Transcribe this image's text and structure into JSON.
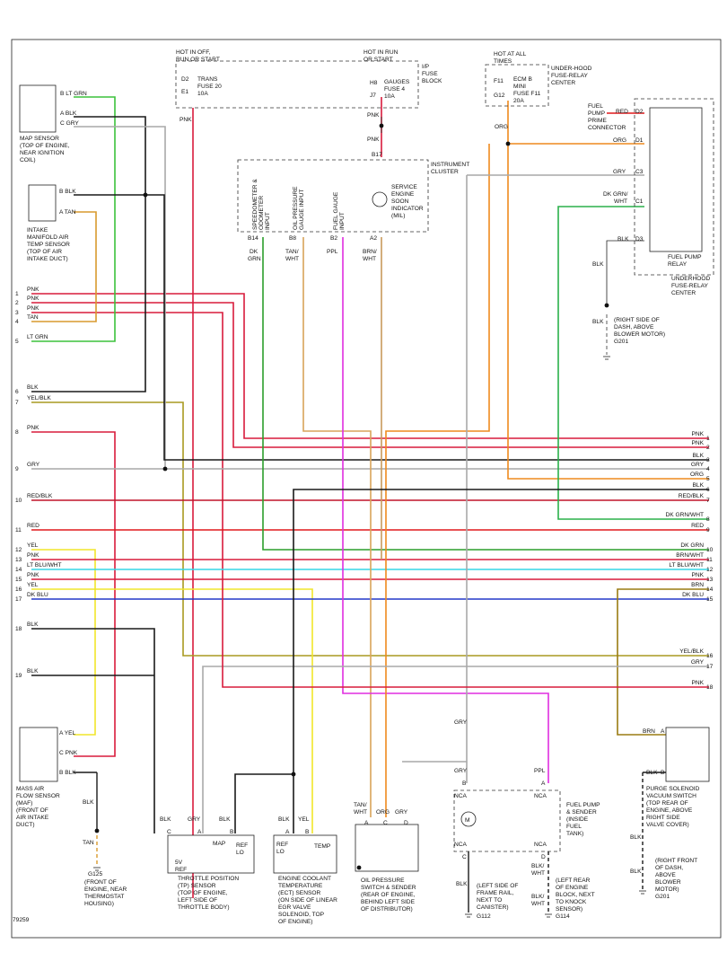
{
  "figure_id": "79259",
  "top_labels": {
    "hot_off_run_start": [
      "HOT IN OFF,",
      "RUN OR START"
    ],
    "hot_run_start": [
      "HOT IN RUN",
      "OR START"
    ],
    "hot_all_times": [
      "HOT AT ALL",
      "TIMES"
    ],
    "ip_fuse_block": [
      "I/P",
      "FUSE",
      "BLOCK"
    ],
    "underhood_fuse_relay": [
      "UNDER-HOOD",
      "FUSE-RELAY",
      "CENTER"
    ],
    "trans_fuse": [
      "TRANS",
      "FUSE 20",
      "10A"
    ],
    "gauges_fuse": [
      "GAUGES",
      "FUSE 4",
      "10A"
    ],
    "ecm_fuse": [
      "ECM B",
      "MINI",
      "FUSE F11",
      "20A"
    ]
  },
  "pins": {
    "D2": "D2",
    "E1": "E1",
    "H8": "H8",
    "J7": "J7",
    "F11": "F11",
    "G12": "G12",
    "B17": "B17",
    "B14": "B14",
    "B8": "B8",
    "B2": "B2",
    "A2": "A2",
    "D2r": "D2",
    "D1": "D1",
    "C3": "C3",
    "C1": "C1",
    "D3": "D3",
    "A": "A",
    "B": "B",
    "C": "C",
    "D": "D"
  },
  "instrument_cluster": {
    "label": [
      "INSTRUMENT",
      "CLUSTER"
    ],
    "speedo": [
      "SPEEDOMETER &",
      "ODOMETER",
      "INPUT"
    ],
    "oil_input": [
      "OIL PRESSURE",
      "GAUGE INPUT"
    ],
    "fuel_input": [
      "FUEL GAUGE",
      "INPUT"
    ],
    "ses": [
      "SERVICE",
      "ENGINE",
      "SOON",
      "INDICATOR",
      "(MIL)"
    ]
  },
  "fuel_pump_relay": {
    "label": [
      "FUEL PUMP",
      "RELAY"
    ],
    "center": [
      "UNDERHOOD",
      "FUSE-RELAY",
      "CENTER"
    ],
    "prime": [
      "FUEL",
      "PUMP",
      "PRIME",
      "CONNECTOR"
    ],
    "ground_note": [
      "(RIGHT SIDE OF",
      "DASH, ABOVE",
      "BLOWER MOTOR)"
    ],
    "ground": "G201"
  },
  "map_sensor": {
    "label": [
      "MAP SENSOR",
      "(TOP OF ENGINE,",
      "NEAR IGNITION",
      "COIL)"
    ]
  },
  "iat_sensor": {
    "label": [
      "INTAKE",
      "MANIFOLD AIR",
      "TEMP SENSOR",
      "(TOP OF AIR",
      "INTAKE DUCT)"
    ]
  },
  "maf_sensor": {
    "label": [
      "MASS AIR",
      "FLOW SENSOR",
      "(MAF)",
      "(FRONT OF",
      "AIR INTAKE",
      "DUCT)"
    ],
    "ground_note": [
      "(FRONT OF",
      "ENGINE, NEAR",
      "THERMOSTAT",
      "HOUSING)"
    ],
    "ground": "G125"
  },
  "tp_sensor": {
    "label": [
      "THROTTLE POSITION",
      "(TP) SENSOR",
      "(TOP OF ENGINE,",
      "LEFT SIDE OF",
      "THROTTLE BODY)"
    ],
    "map": "MAP",
    "ref_lo": [
      "REF",
      "LO"
    ],
    "ref5v": [
      "5V",
      "REF"
    ]
  },
  "ect_sensor": {
    "label": [
      "ENGINE COOLANT",
      "TEMPERATURE",
      "(ECT) SENSOR",
      "(ON SIDE OF LINEAR",
      "EGR VALVE",
      "SOLENOID, TOP",
      "OF ENGINE)"
    ],
    "ref_lo": [
      "REF",
      "LO"
    ],
    "temp": "TEMP"
  },
  "oil_switch": {
    "label": [
      "OIL PRESSURE",
      "SWITCH & SENDER",
      "(REAR OF ENGINE,",
      "BEHIND LEFT SIDE",
      "OF DISTRIBUTOR)"
    ]
  },
  "fuel_pump": {
    "label": [
      "FUEL PUMP",
      "& SENDER",
      "(INSIDE",
      "FUEL",
      "TANK)"
    ],
    "nca": "NCA",
    "g112_note": [
      "(LEFT SIDE OF",
      "FRAME RAIL,",
      "NEXT TO",
      "CANISTER)"
    ],
    "g112": "G112",
    "g114_note": [
      "(LEFT REAR",
      "OF ENGINE",
      "BLOCK, NEXT",
      "TO KNOCK",
      "SENSOR)"
    ],
    "g114": "G114"
  },
  "purge_solenoid": {
    "label": [
      "PURGE SOLENOID",
      "VACUUM SWITCH",
      "(TOP REAR OF",
      "ENGINE, ABOVE",
      "RIGHT SIDE",
      "VALVE COVER)"
    ],
    "ground_note": [
      "(RIGHT FRONT",
      "OF DASH,",
      "ABOVE",
      "BLOWER",
      "MOTOR)"
    ],
    "ground": "G201"
  },
  "wire_colors": {
    "PNK": "#d81b3c",
    "RED": "#e0191c",
    "LT_GRN": "#3cc23c",
    "GRY": "#a9a9a9",
    "BLK": "#1a1a1a",
    "TAN": "#d99a2e",
    "YEL_BLK": "#a89a20",
    "ORG": "#ee8a1e",
    "RED_BLK": "#c0142a",
    "YEL": "#f1e62a",
    "LT_BLU_WHT": "#35d6e6",
    "DK_BLU": "#2438c9",
    "DK_GRN": "#2c9e2c",
    "PPL": "#e02ee0",
    "BRN": "#9a7b12",
    "BRN_WHT": "#c89a5c",
    "TAN_WHT": "#d9a45a",
    "DK_GRN_WHT": "#2ab04a"
  },
  "wire_labels": {
    "pnk": "PNK",
    "red": "RED",
    "lt_grn": "LT GRN",
    "gry": "GRY",
    "blk": "BLK",
    "tan": "TAN",
    "yel_blk": "YEL/BLK",
    "org": "ORG",
    "red_blk": "RED/BLK",
    "yel": "YEL",
    "lt_blu_wht": "LT BLU/WHT",
    "dk_blu": "DK BLU",
    "dk_grn": "DK GRN",
    "ppl": "PPL",
    "brn": "BRN",
    "brn_wht": "BRN/WHT",
    "tan_wht": "TAN/WHT",
    "dk_grn_wht": "DK GRN/WHT",
    "blk_wht": "BLK/WHT"
  },
  "left_wires": [
    {
      "num": "1",
      "label": "PNK"
    },
    {
      "num": "2",
      "label": "PNK"
    },
    {
      "num": "3",
      "label": "PNK"
    },
    {
      "num": "4",
      "label": "TAN"
    },
    {
      "num": "5",
      "label": "LT GRN"
    },
    {
      "num": "6",
      "label": "BLK"
    },
    {
      "num": "7",
      "label": "YEL/BLK"
    },
    {
      "num": "8",
      "label": "PNK"
    },
    {
      "num": "9",
      "label": "GRY"
    },
    {
      "num": "10",
      "label": "RED/BLK"
    },
    {
      "num": "11",
      "label": "RED"
    },
    {
      "num": "12",
      "label": "YEL"
    },
    {
      "num": "13",
      "label": "PNK"
    },
    {
      "num": "14",
      "label": "LT BLU/WHT"
    },
    {
      "num": "15",
      "label": "PNK"
    },
    {
      "num": "16",
      "label": "YEL"
    },
    {
      "num": "17",
      "label": "DK BLU"
    },
    {
      "num": "18",
      "label": "BLK"
    },
    {
      "num": "19",
      "label": "BLK"
    }
  ],
  "right_wires": [
    {
      "num": "1",
      "label": "PNK"
    },
    {
      "num": "2",
      "label": "PNK"
    },
    {
      "num": "3",
      "label": "BLK"
    },
    {
      "num": "4",
      "label": "GRY"
    },
    {
      "num": "5",
      "label": "ORG"
    },
    {
      "num": "6",
      "label": "BLK"
    },
    {
      "num": "7",
      "label": "RED/BLK"
    },
    {
      "num": "8",
      "label": "DK GRN/WHT"
    },
    {
      "num": "9",
      "label": "RED"
    },
    {
      "num": "10",
      "label": "DK GRN"
    },
    {
      "num": "11",
      "label": "BRN/WHT"
    },
    {
      "num": "12",
      "label": "LT BLU/WHT"
    },
    {
      "num": "13",
      "label": "PNK"
    },
    {
      "num": "14",
      "label": "BRN"
    },
    {
      "num": "15",
      "label": "DK BLU"
    },
    {
      "num": "16",
      "label": "YEL/BLK"
    },
    {
      "num": "17",
      "label": "GRY"
    },
    {
      "num": "18",
      "label": "PNK"
    }
  ]
}
